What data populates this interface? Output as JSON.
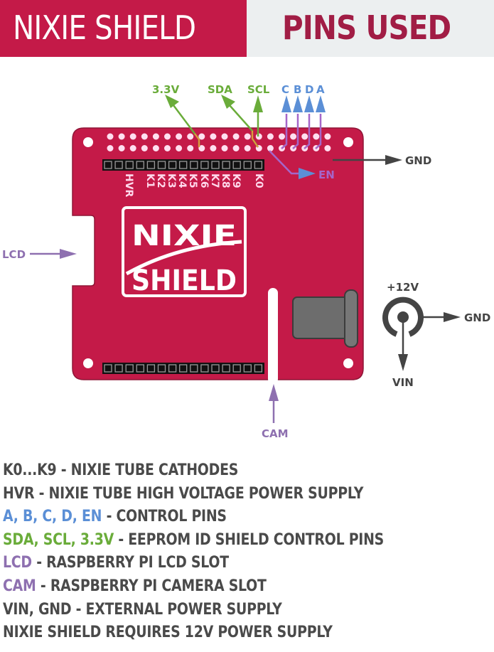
{
  "header": {
    "title": "NIXIE SHIELD",
    "subtitle": "PINS USED"
  },
  "colors": {
    "brand": "#c41a48",
    "subtitle": "#a11d45",
    "green": "#6aac3a",
    "blue": "#5b8fd6",
    "purple": "#8e70b0",
    "dark": "#4a4a4a"
  },
  "diagram": {
    "top_labels": {
      "v33": "3.3V",
      "sda": "SDA",
      "scl": "SCL",
      "c": "C",
      "b": "B",
      "d": "D",
      "a": "A"
    },
    "gnd_label": "GND",
    "en_label": "EN",
    "lcd_label": "LCD",
    "cam_label": "CAM",
    "power": {
      "v12": "+12V",
      "gnd": "GND",
      "vin": "VIN"
    },
    "pin_labels": [
      "HVR",
      "K1",
      "K2",
      "K3",
      "K4",
      "K5",
      "K6",
      "K7",
      "K8",
      "K9",
      "K0"
    ],
    "logo_top": "NIXIE",
    "logo_bottom": "SHIELD"
  },
  "legend": [
    {
      "highlight": "K0...K9",
      "rest": " - NIXIE TUBE CATHODES",
      "color": "dark"
    },
    {
      "highlight": "HVR",
      "rest": " - NIXIE TUBE HIGH VOLTAGE POWER SUPPLY",
      "color": "dark"
    },
    {
      "highlight": "A, B, C, D, EN",
      "rest": " - CONTROL PINS",
      "color": "blue"
    },
    {
      "highlight": "SDA, SCL, 3.3V",
      "rest": " - EEPROM ID SHIELD CONTROL PINS",
      "color": "green"
    },
    {
      "highlight": "LCD",
      "rest": " - RASPBERRY PI LCD SLOT",
      "color": "purple"
    },
    {
      "highlight": "CAM",
      "rest": " - RASPBERRY PI CAMERA SLOT",
      "color": "purple"
    },
    {
      "highlight": "VIN, GND",
      "rest": " - EXTERNAL POWER SUPPLY",
      "color": "dark"
    },
    {
      "highlight": "NIXIE SHIELD REQUIRES 12V POWER SUPPLY",
      "rest": "",
      "color": "dark"
    }
  ]
}
